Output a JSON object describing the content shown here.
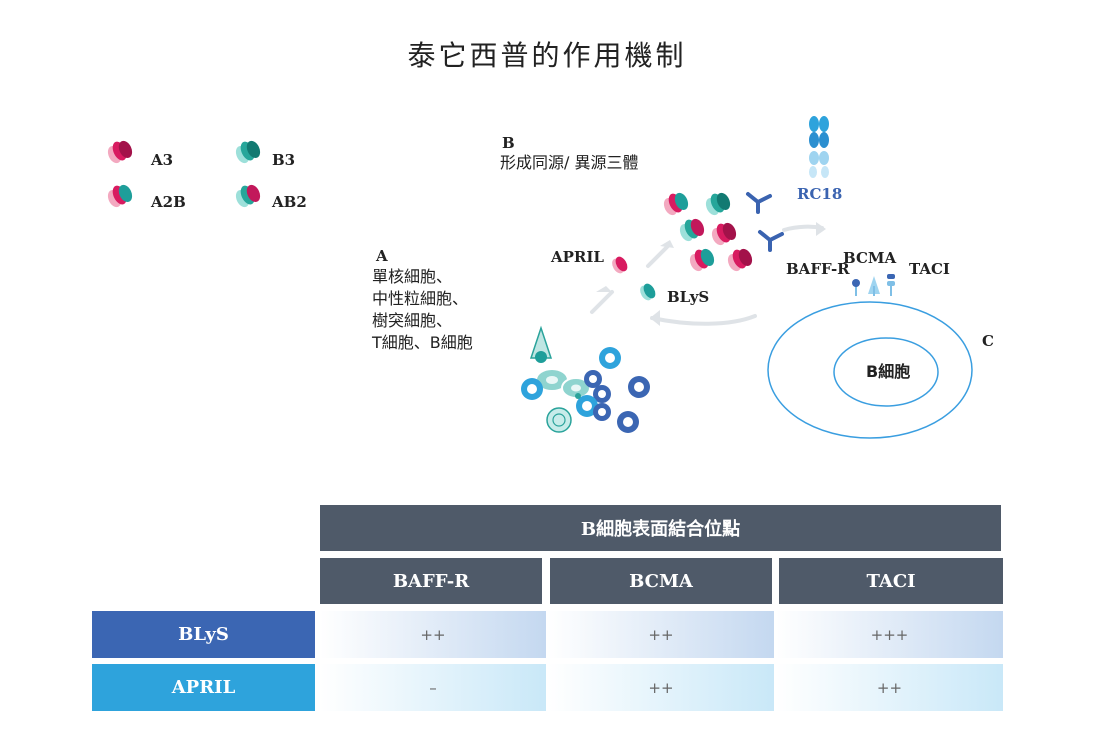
{
  "title": "泰它西普的作用機制",
  "legend": {
    "items": [
      {
        "label": "A3"
      },
      {
        "label": "B3"
      },
      {
        "label": "A2B"
      },
      {
        "label": "AB2"
      }
    ]
  },
  "section_a": {
    "letter": "A",
    "lines": [
      "單核細胞、",
      "中性粒細胞、",
      "樹突細胞、",
      "T細胞、B細胞"
    ]
  },
  "section_b": {
    "letter": "B",
    "text": "形成同源∕ 異源三體"
  },
  "section_c": {
    "letter": "C"
  },
  "labels": {
    "april": "APRIL",
    "blys": "BLyS",
    "rc18": "RC18",
    "bcma": "BCMA",
    "baffr": "BAFF-R",
    "taci": "TACI",
    "bcell": "B細胞"
  },
  "table": {
    "group_header": "B細胞表面結合位點",
    "columns": [
      "BAFF-R",
      "BCMA",
      "TACI"
    ],
    "rows": [
      {
        "name": "BLyS",
        "values": [
          "++",
          "++",
          "+++"
        ]
      },
      {
        "name": "APRIL",
        "values": [
          "–",
          "++",
          "++"
        ]
      }
    ]
  },
  "colors": {
    "magenta": "#c2185b",
    "teal": "#1e9e9a",
    "header": "#4f5a69",
    "blys_row": "#3b66b3",
    "april_row": "#2ea3dc",
    "antibody": "#3a63b0"
  }
}
